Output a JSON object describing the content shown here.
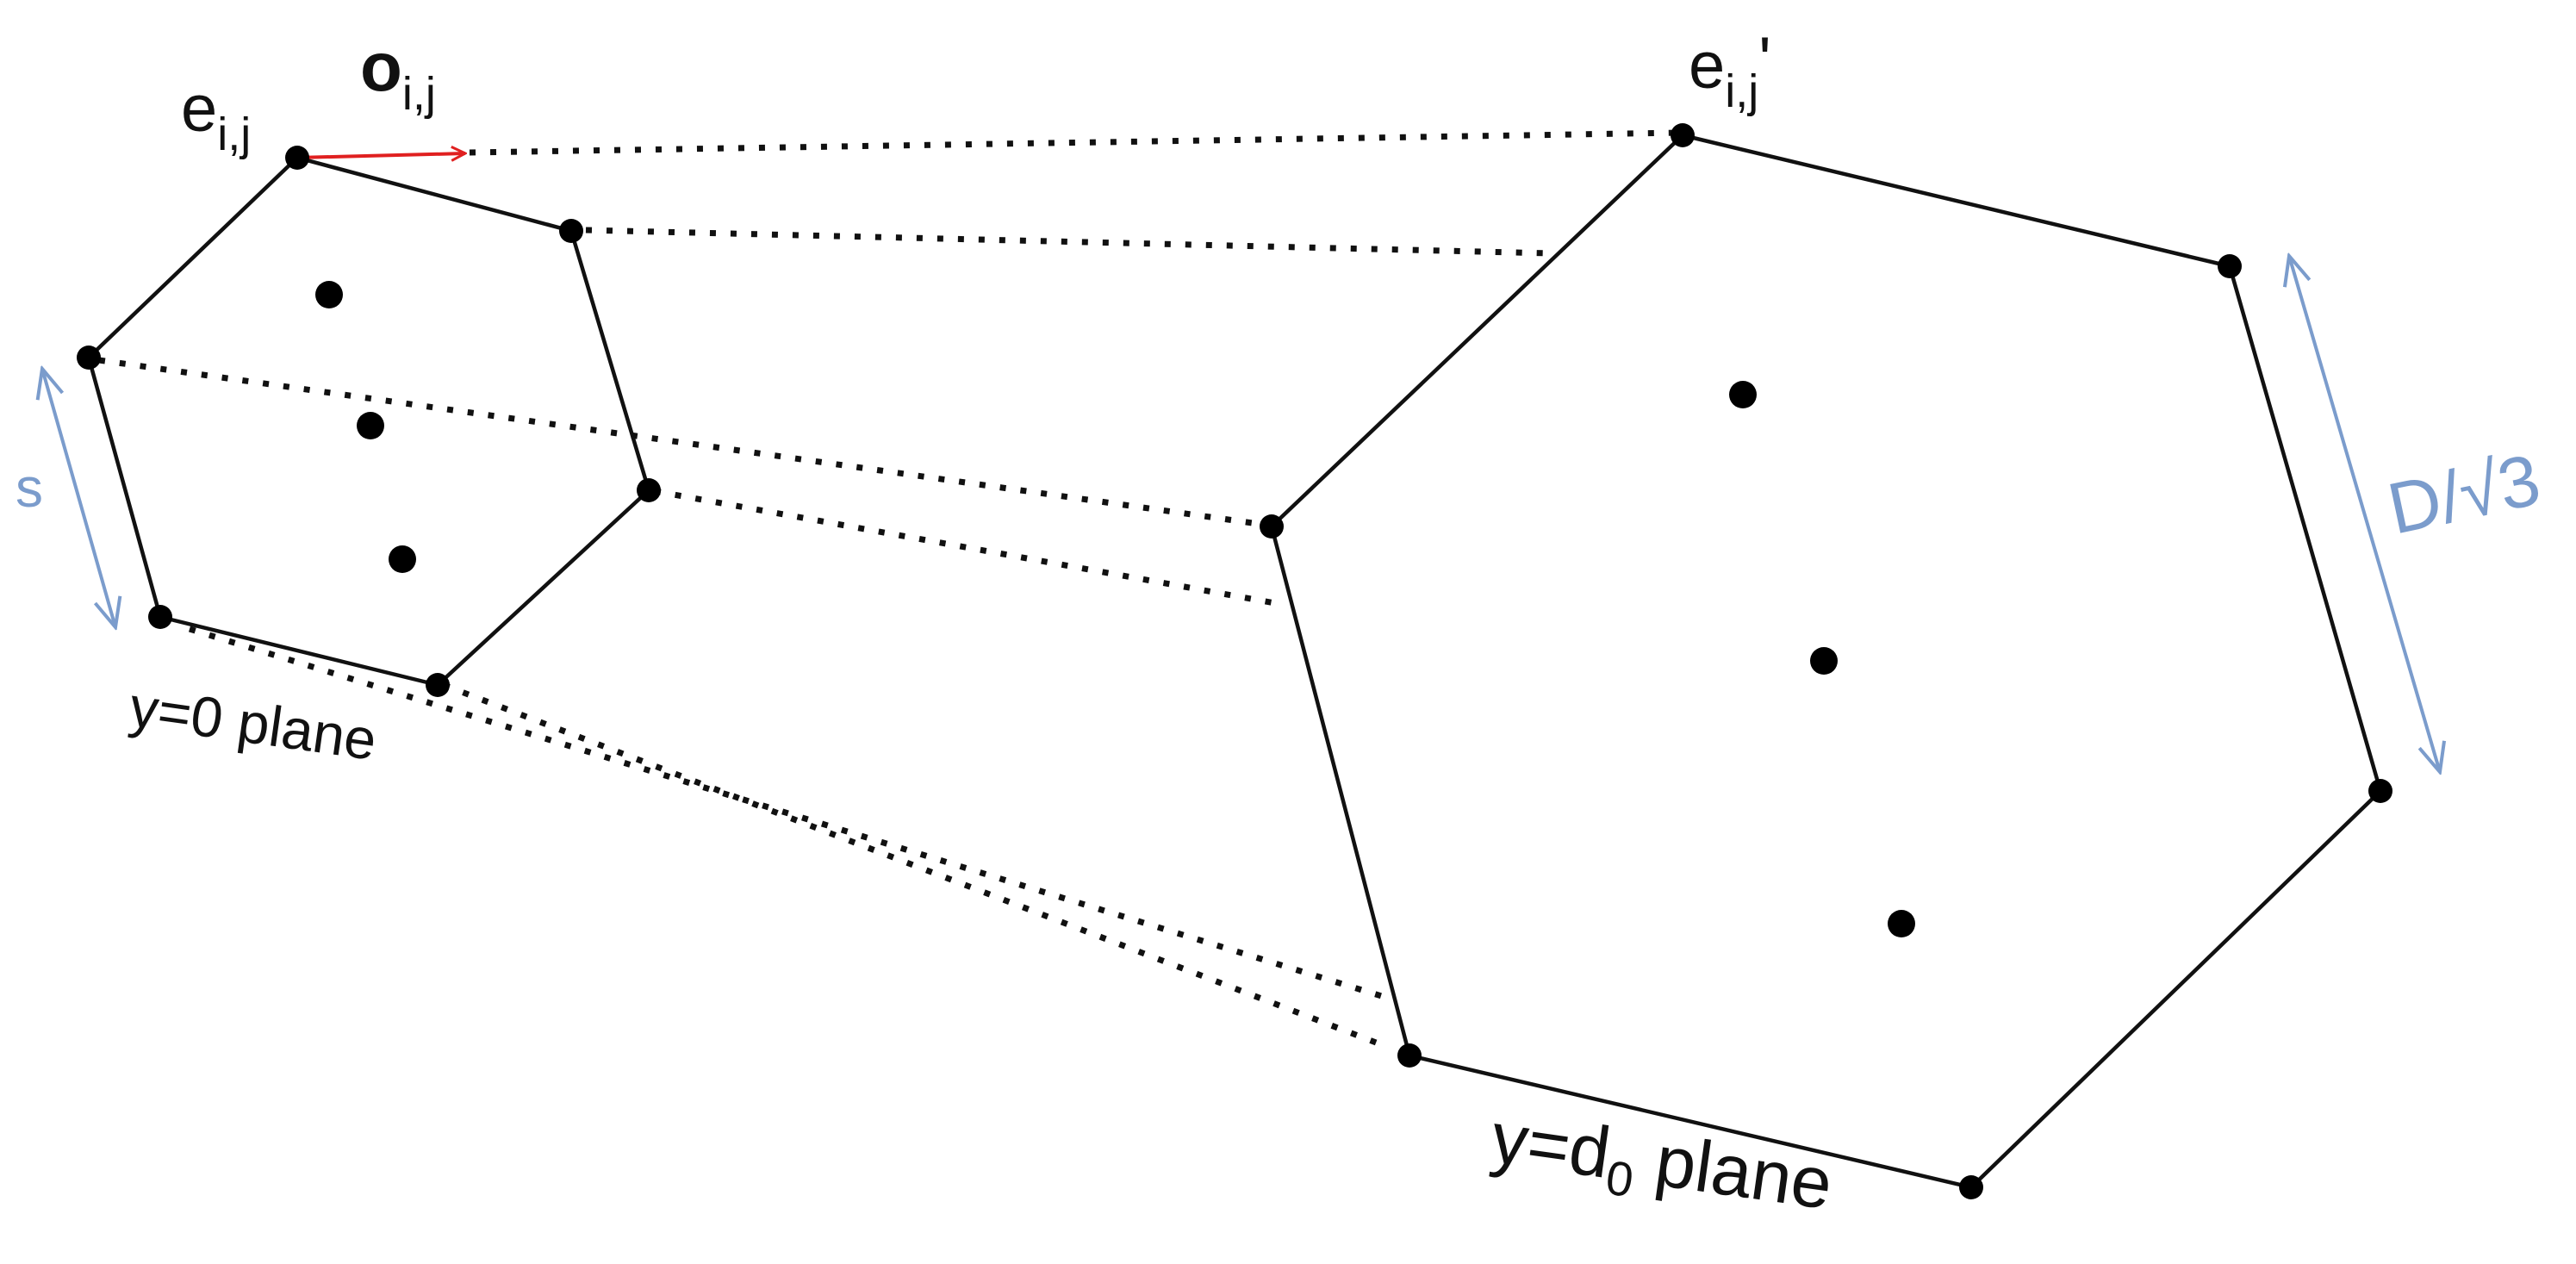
{
  "colors": {
    "line": "#111111",
    "vertex": "#000000",
    "offset_arrow": "#e02020",
    "dimension": "#7b9ccc"
  },
  "labels": {
    "e_main": "e",
    "e_sub": "i,j",
    "o_main": "o",
    "o_sub": "i,j",
    "e_prime_main": "e",
    "e_prime_sub": "i,j",
    "e_prime_mark": "'",
    "s": "s",
    "d_root3": "D/√3",
    "plane0": "y=0 plane",
    "plane_d_prefix": "y=d",
    "plane_d_sub": "0",
    "plane_d_suffix": " plane"
  }
}
